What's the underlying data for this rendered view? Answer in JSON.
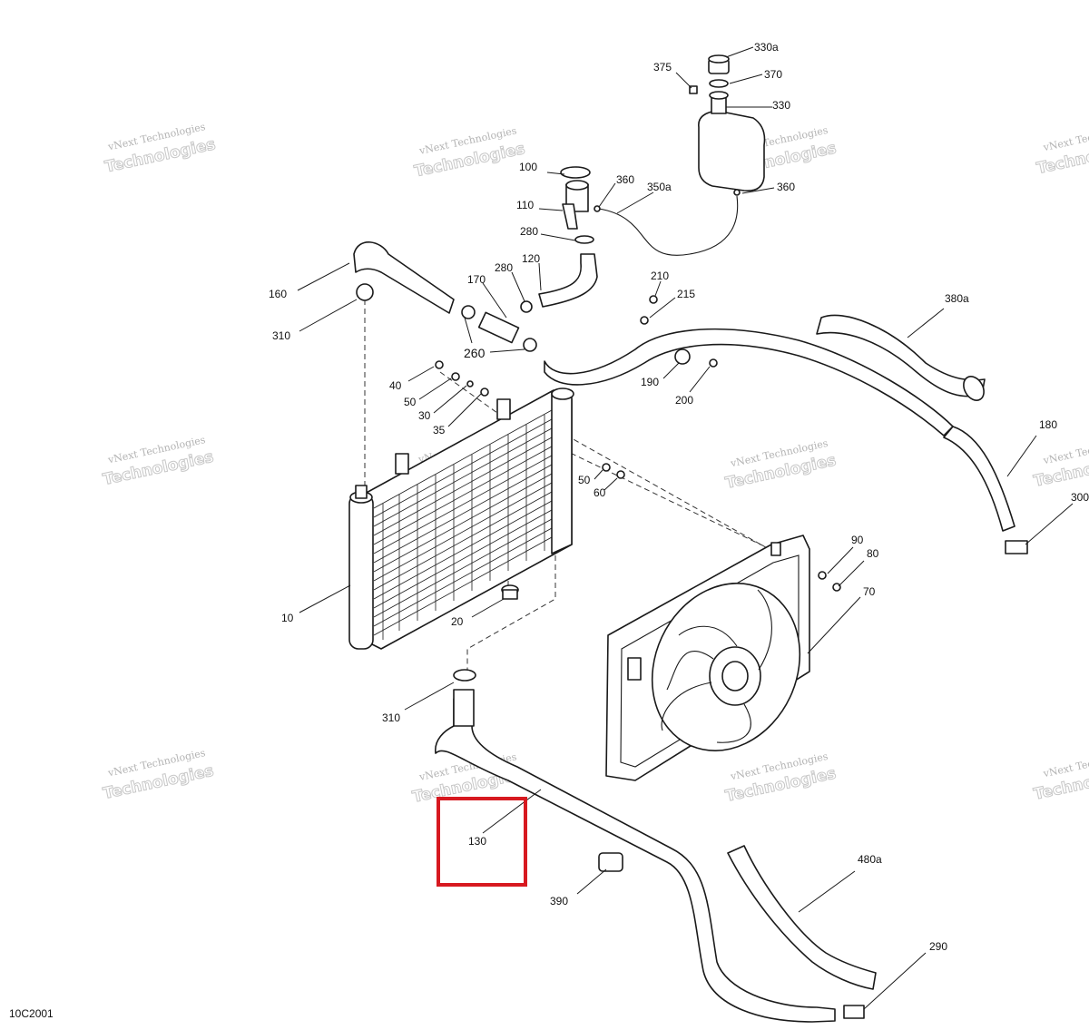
{
  "diagram": {
    "code": "10C2001",
    "watermark": {
      "line1": "vNext Technologies",
      "line2": "Technologies",
      "line3": "vNext"
    },
    "highlight_color": "#d71920",
    "callouts": {
      "c10": "10",
      "c20": "20",
      "c30": "30",
      "c35": "35",
      "c40": "40",
      "c50a": "50",
      "c50b": "50",
      "c60": "60",
      "c70": "70",
      "c80": "80",
      "c90": "90",
      "c100": "100",
      "c110": "110",
      "c120": "120",
      "c130": "130",
      "c160": "160",
      "c170": "170",
      "c180": "180",
      "c190": "190",
      "c200": "200",
      "c210": "210",
      "c215": "215",
      "c260": "260",
      "c280a": "280",
      "c280b": "280",
      "c290": "290",
      "c300": "300",
      "c310a": "310",
      "c310b": "310",
      "c330": "330",
      "c330a": "330a",
      "c350a": "350a",
      "c360a": "360",
      "c360b": "360",
      "c370": "370",
      "c375": "375",
      "c380a": "380a",
      "c390": "390",
      "c480a": "480a"
    }
  }
}
